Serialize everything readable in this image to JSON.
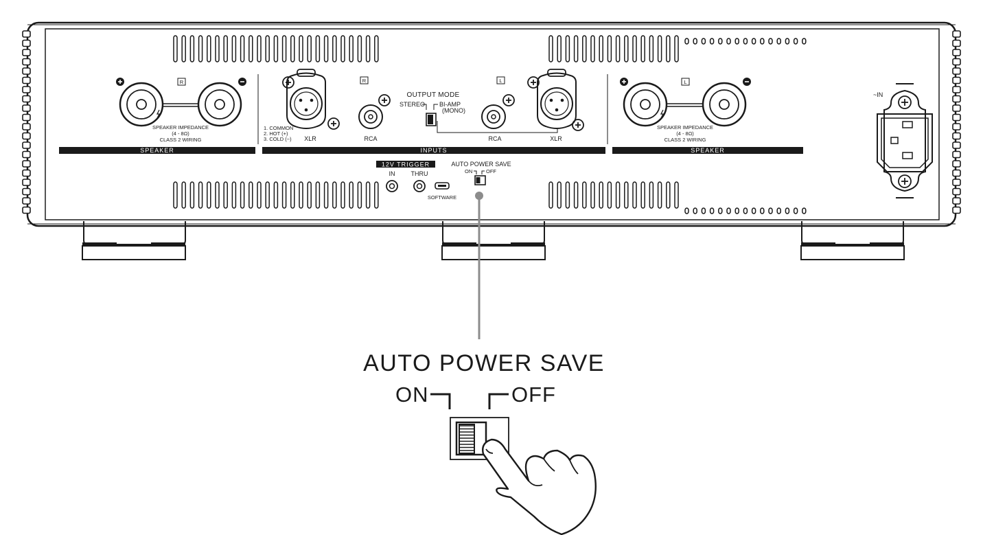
{
  "speaker_right": {
    "channel": "R",
    "impedance_line1": "SPEAKER IMPEDANCE",
    "impedance_line2": "(4 - 8Ω)",
    "impedance_line3": "CLASS 2 WIRING",
    "section_label": "SPEAKER"
  },
  "speaker_left": {
    "channel": "L",
    "impedance_line1": "SPEAKER IMPEDANCE",
    "impedance_line2": "(4 - 8Ω)",
    "impedance_line3": "CLASS 2 WIRING",
    "section_label": "SPEAKER"
  },
  "inputs": {
    "section_label": "INPUTS",
    "xlr_pin1": "1. COMMON",
    "xlr_pin2": "2. HOT (+)",
    "xlr_pin3": "3. COLD (−)",
    "xlr_right": "XLR",
    "rca_right": "RCA",
    "channel_right": "R",
    "channel_left": "L",
    "rca_left": "RCA",
    "xlr_left": "XLR",
    "output_mode": "OUTPUT MODE",
    "stereo": "STEREO",
    "biamp_line1": "BI-AMP",
    "biamp_line2": "(MONO)"
  },
  "trigger": {
    "section_label": "12V TRIGGER",
    "in": "IN",
    "thru": "THRU",
    "software": "SOFTWARE"
  },
  "panel_power_save": {
    "title": "AUTO POWER SAVE",
    "on": "ON",
    "off": "OFF"
  },
  "ac_in": "~IN",
  "callout": {
    "title": "AUTO POWER SAVE",
    "on": "ON",
    "off": "OFF"
  },
  "colors": {
    "line": "#1a1a1a",
    "callout_line": "#8c8c8c",
    "background": "#ffffff"
  }
}
